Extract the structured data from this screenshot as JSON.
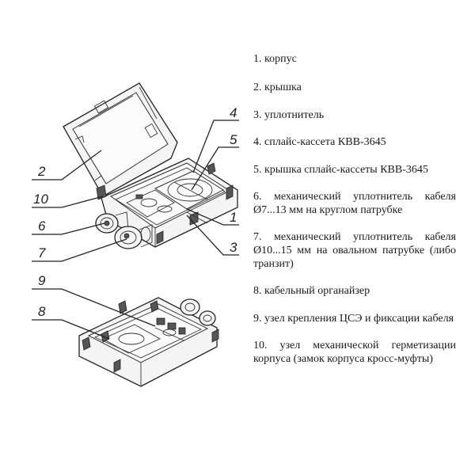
{
  "callouts": {
    "c1": "1",
    "c2": "2",
    "c3": "3",
    "c4": "4",
    "c5": "5",
    "c6": "6",
    "c7": "7",
    "c8": "8",
    "c9": "9",
    "c10": "10"
  },
  "legend": [
    "1. корпус",
    "2. крышка",
    "3. уплотнитель",
    "4. сплайс-кассета КВВ-3645",
    "5. крышка сплайс-кассеты КВВ-3645",
    "6. механический уплотнитель кабеля Ø7...13 мм на круглом патрубке",
    "7. механический уплотнитель кабеля Ø10...15 мм на овальном патрубке (либо транзит)",
    "8. кабельный органайзер",
    "9. узел крепления ЦСЭ и фиксации кабеля",
    "10. узел механической герметизации корпуса (замок корпуса кросс-муфты)"
  ]
}
